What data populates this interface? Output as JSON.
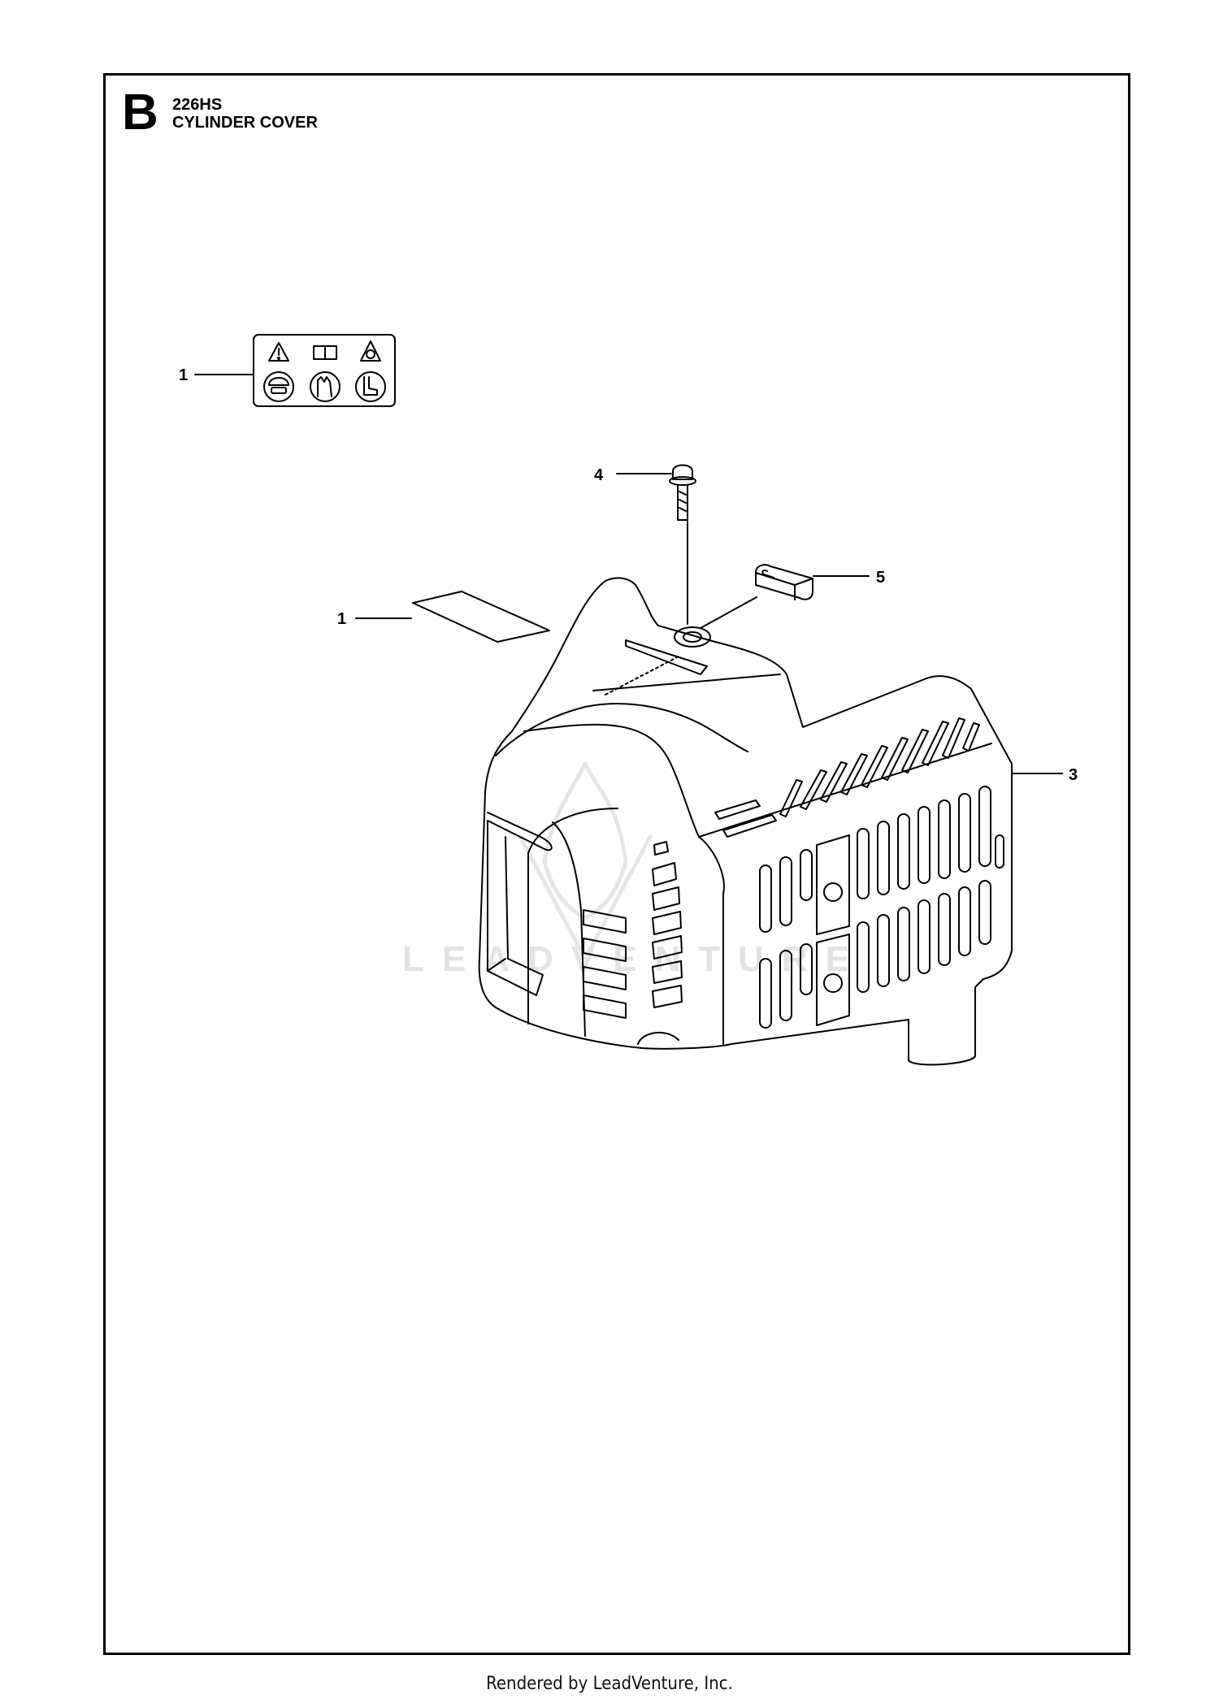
{
  "header": {
    "section_letter": "B",
    "model": "226HS",
    "title": "CYLINDER COVER"
  },
  "callouts": [
    {
      "id": "callout-1-decal",
      "label": "1"
    },
    {
      "id": "callout-4-screw",
      "label": "4"
    },
    {
      "id": "callout-5-plug",
      "label": "5"
    },
    {
      "id": "callout-1-label",
      "label": "1"
    },
    {
      "id": "callout-3-cover",
      "label": "3"
    }
  ],
  "watermark": {
    "text": "LEADVENTURE"
  },
  "decal_icons": [
    "warning-icon",
    "manual-icon",
    "hazard-icon",
    "helmet-icon",
    "gloves-icon",
    "boots-icon"
  ],
  "footer": {
    "text": "Rendered by LeadVenture, Inc."
  }
}
